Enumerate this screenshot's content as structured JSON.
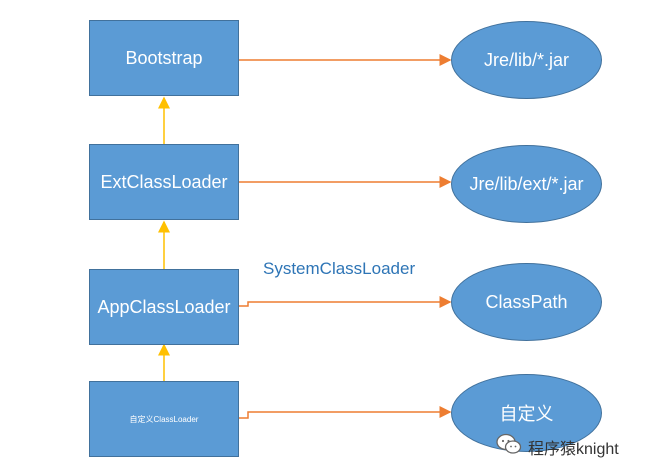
{
  "nodes": {
    "bootstrap": "Bootstrap",
    "ext": "ExtClassLoader",
    "app": "AppClassLoader",
    "custom": "自定义ClassLoader"
  },
  "targets": {
    "jre_lib": "Jre/lib/*.jar",
    "jre_lib_ext": "Jre/lib/ext/*.jar",
    "classpath": "ClassPath",
    "custom": "自定义"
  },
  "labels": {
    "system": "SystemClassLoader"
  },
  "watermark": {
    "text": "程序猿knight",
    "icon": "wechat-icon"
  },
  "colors": {
    "box_fill": "#5b9bd5",
    "box_border": "#41719c",
    "arrow_up": "#ffc000",
    "arrow_right": "#ed7d31",
    "label": "#2e75b6"
  }
}
